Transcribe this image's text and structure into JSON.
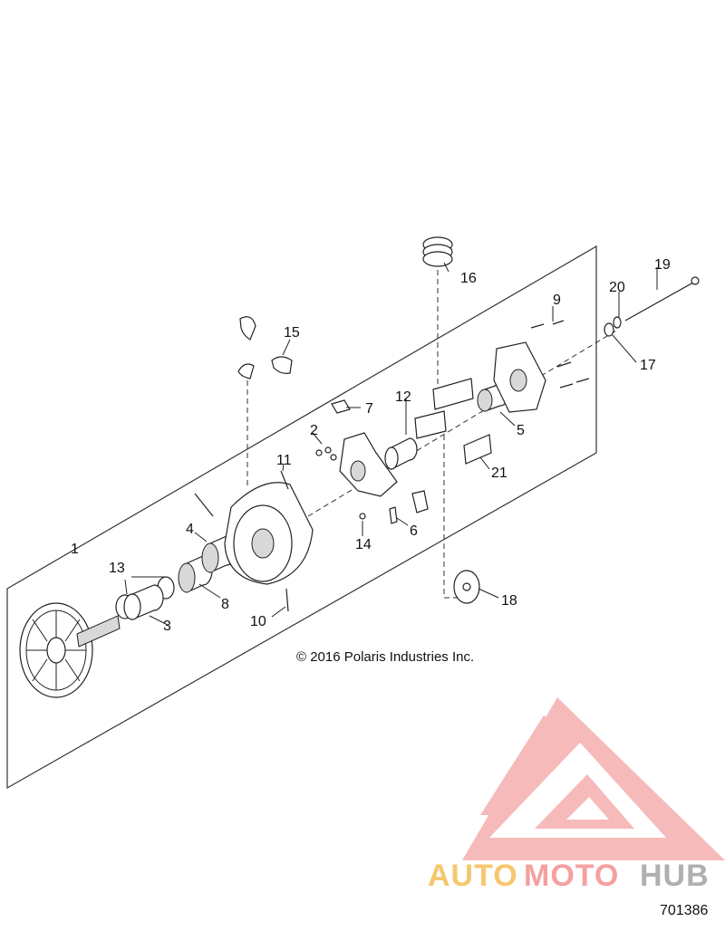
{
  "callouts": {
    "c1": "1",
    "c2": "2",
    "c3": "3",
    "c4": "4",
    "c5": "5",
    "c6": "6",
    "c7": "7",
    "c8": "8",
    "c9": "9",
    "c10": "10",
    "c11": "11",
    "c12": "12",
    "c13": "13",
    "c14": "14",
    "c15": "15",
    "c16": "16",
    "c17": "17",
    "c18": "18",
    "c19": "19",
    "c20": "20",
    "c21": "21"
  },
  "copyright": "© 2016 Polaris Industries Inc.",
  "document_number": "701386",
  "watermark": {
    "part1": "AUTO",
    "part2": "MOTO",
    "part3": "HUB",
    "colors": {
      "orange": "#f6c76e",
      "red": "#f5a0a0",
      "gray": "#b0b0b0"
    }
  }
}
